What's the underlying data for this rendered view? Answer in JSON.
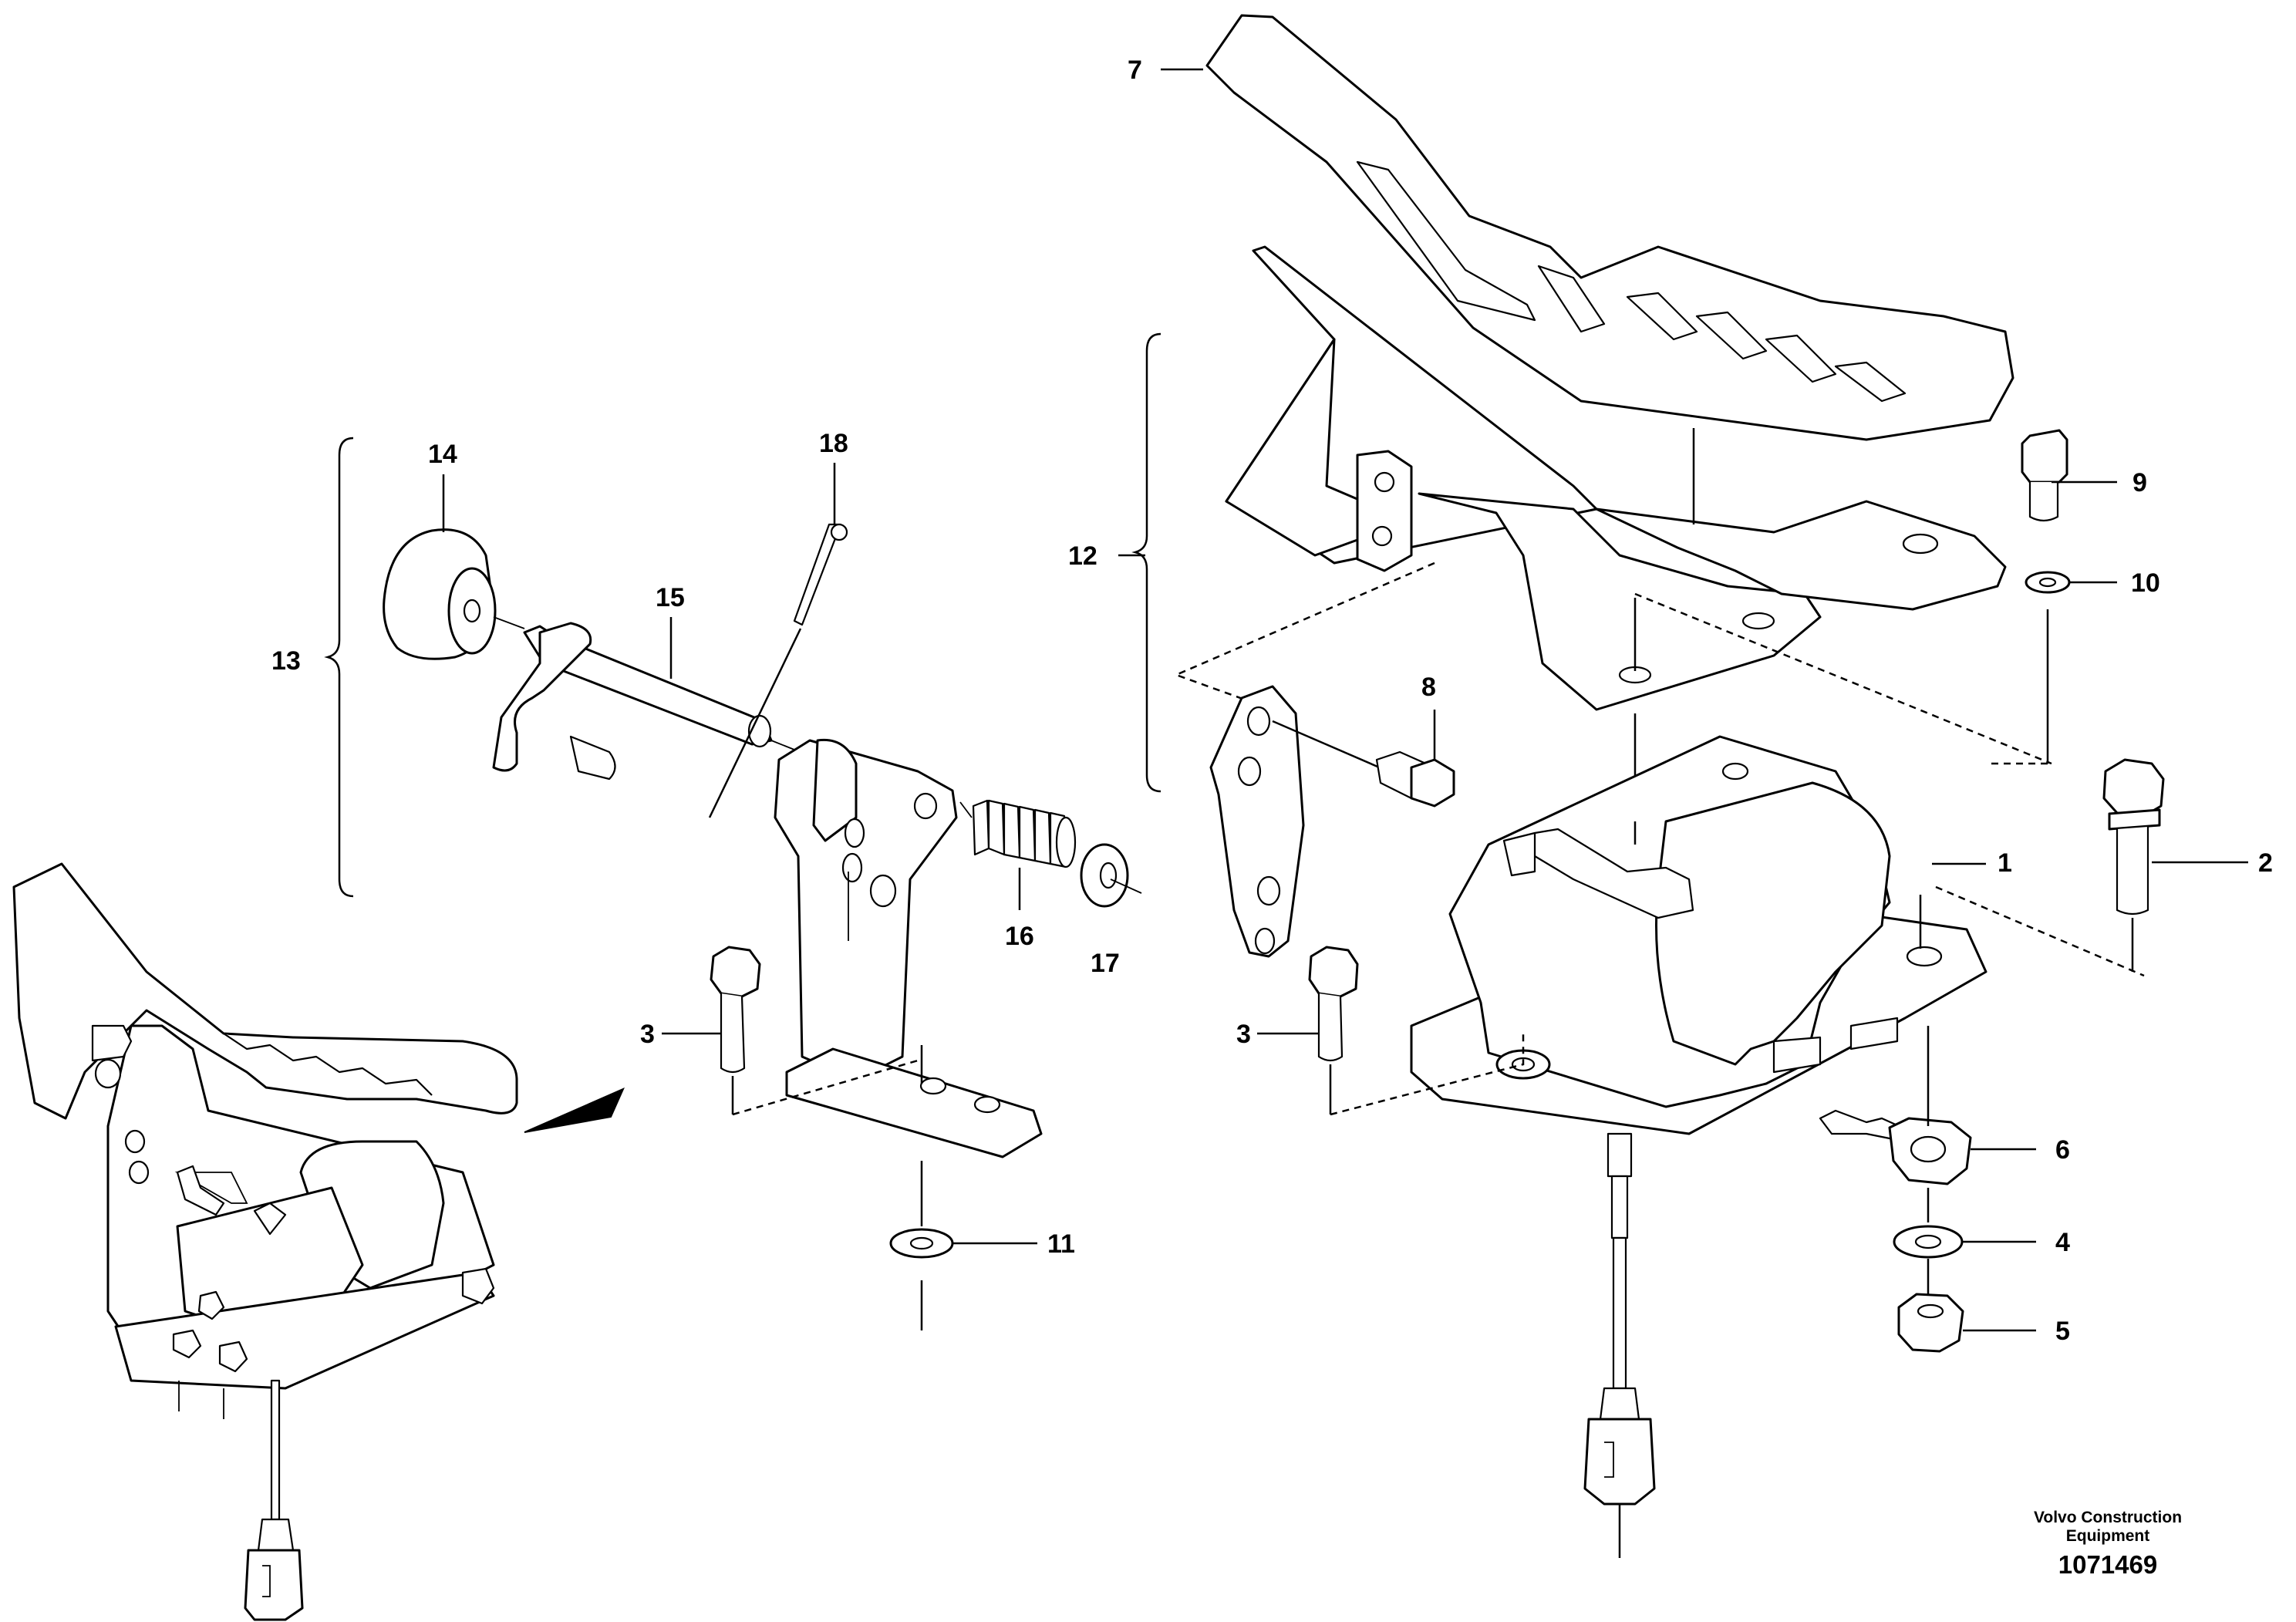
{
  "labels": {
    "l1": "1",
    "l2": "2",
    "l3a": "3",
    "l3b": "3",
    "l4": "4",
    "l5": "5",
    "l6": "6",
    "l7": "7",
    "l8": "8",
    "l9": "9",
    "l10": "10",
    "l11": "11",
    "l12": "12",
    "l13": "13",
    "l14": "14",
    "l15": "15",
    "l16": "16",
    "l17": "17",
    "l18": "18"
  },
  "footer": {
    "company_line1": "Volvo Construction",
    "company_line2": "Equipment",
    "drawing_number": "1071469"
  }
}
